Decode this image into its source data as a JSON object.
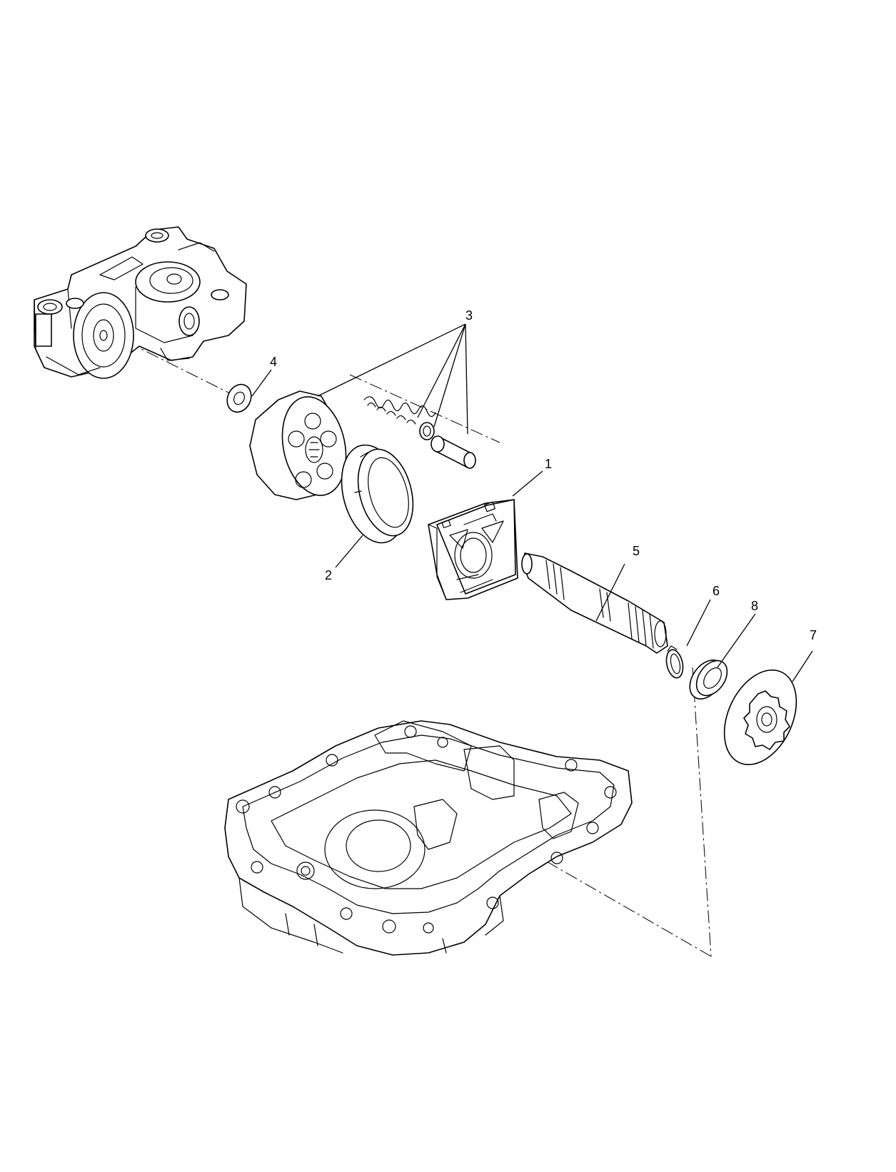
{
  "diagram": {
    "callouts": [
      {
        "id": "1",
        "label": "1"
      },
      {
        "id": "2",
        "label": "2"
      },
      {
        "id": "3",
        "label": "3"
      },
      {
        "id": "4",
        "label": "4"
      },
      {
        "id": "5",
        "label": "5"
      },
      {
        "id": "6",
        "label": "6"
      },
      {
        "id": "7",
        "label": "7"
      },
      {
        "id": "8",
        "label": "8"
      }
    ],
    "parts": [
      "center-case-icon",
      "cylinder-block-icon",
      "thrust-bearing-icon",
      "check-valve-spring-icon",
      "washer-icon",
      "valve-plate-icon",
      "pump-shaft-icon",
      "retaining-ring-icon",
      "oil-seal-icon",
      "gear-icon",
      "lower-housing-icon"
    ],
    "colors": {
      "line": "#000000",
      "background": "#ffffff"
    }
  }
}
